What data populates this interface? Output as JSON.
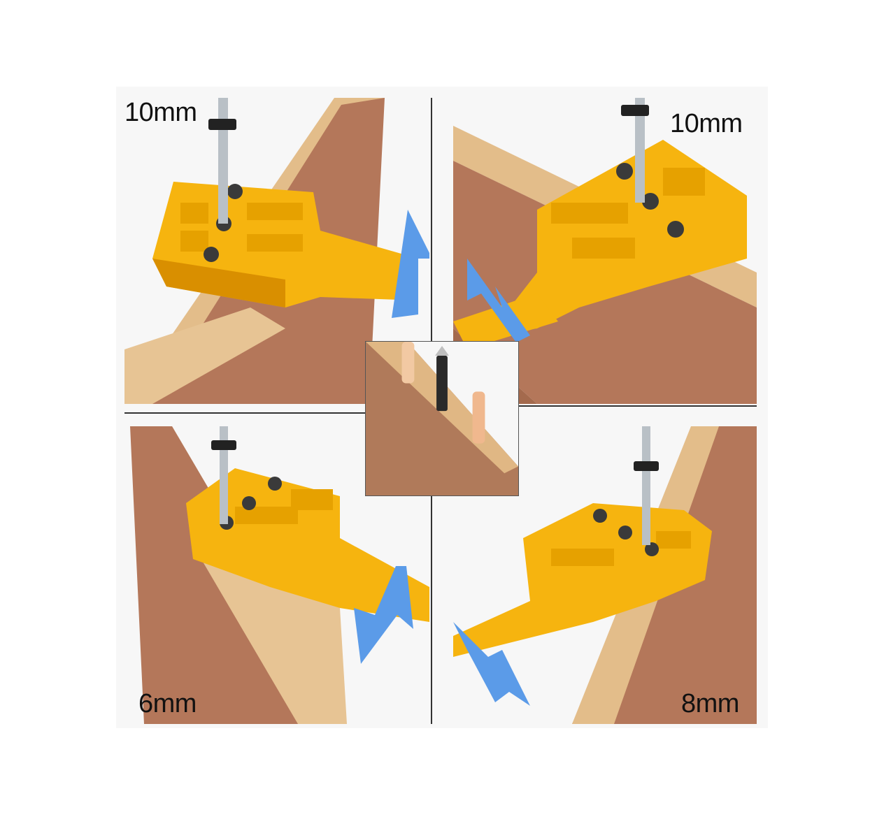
{
  "panels": {
    "top_left": {
      "label": "10mm"
    },
    "top_right": {
      "label": "10mm"
    },
    "bottom_left": {
      "label": "6mm"
    },
    "bottom_right": {
      "label": "8mm"
    }
  },
  "colors": {
    "jig_yellow": "#f6b40f",
    "jig_shadow": "#d98f00",
    "wood_face": "#b97a5a",
    "wood_edge": "#e6c08e",
    "arrow_blue": "#5b9be8",
    "drill_bit": "#b9c0c6"
  }
}
